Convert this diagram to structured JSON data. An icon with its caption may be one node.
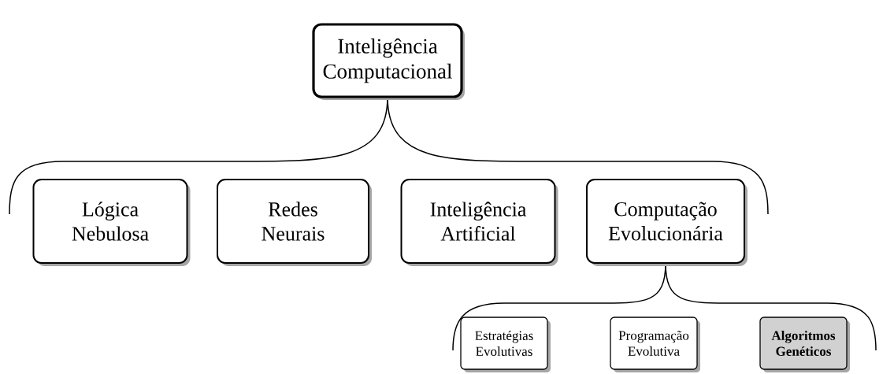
{
  "diagram": {
    "nodes": [
      {
        "text": [
          "Inteligência Computacional"
        ]
      },
      {
        "text": [
          "Lógica Nebulosa"
        ]
      },
      {
        "text": [
          "Redes Neurais"
        ]
      },
      {
        "text": [
          "Inteligência Artificial"
        ]
      },
      {
        "text": [
          "Computação Evolucionária"
        ]
      },
      {
        "text": [
          "Estratégias Evolutivas"
        ]
      },
      {
        "text": [
          "Programação Evolutiva"
        ]
      },
      {
        "text": [
          "Algoritmos Genéticos"
        ]
      }
    ]
  }
}
